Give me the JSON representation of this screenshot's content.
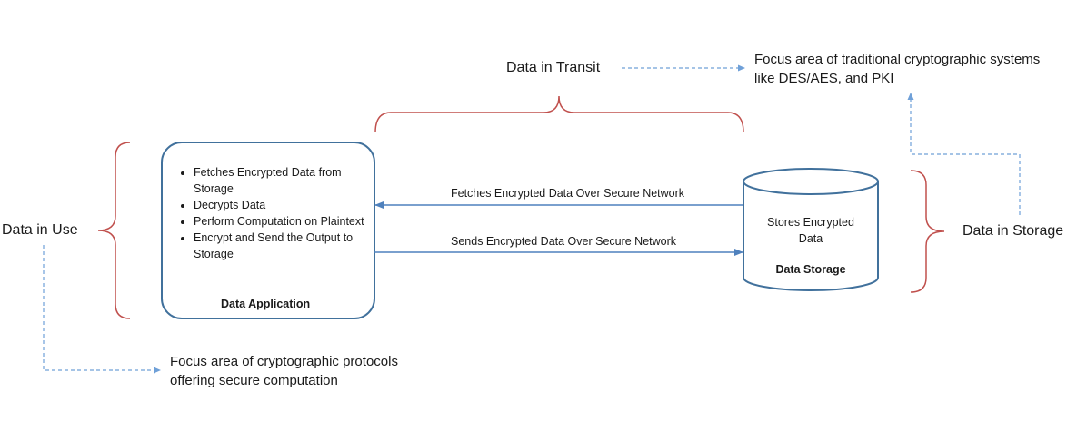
{
  "labels": {
    "data_in_transit": "Data in Transit",
    "data_in_use": "Data in Use",
    "data_in_storage": "Data in Storage",
    "transit_focus_line1": "Focus area of traditional cryptographic systems",
    "transit_focus_line2": "like DES/AES, and PKI",
    "use_focus_line1": "Focus area of cryptographic protocols",
    "use_focus_line2": "offering secure computation"
  },
  "application": {
    "title": "Data Application",
    "steps": [
      "Fetches Encrypted Data from Storage",
      "Decrypts Data",
      "Perform Computation on Plaintext",
      "Encrypt and Send the Output to Storage"
    ]
  },
  "storage": {
    "title": "Data Storage",
    "description_line1": "Stores Encrypted",
    "description_line2": "Data"
  },
  "flows": {
    "fetch": "Fetches Encrypted Data Over Secure Network",
    "send": "Sends Encrypted Data Over Secure Network"
  },
  "colors": {
    "box_stroke": "#41719c",
    "arrow": "#4f81bd",
    "bracket": "#c0504d",
    "dashed": "#6fa0d8"
  }
}
